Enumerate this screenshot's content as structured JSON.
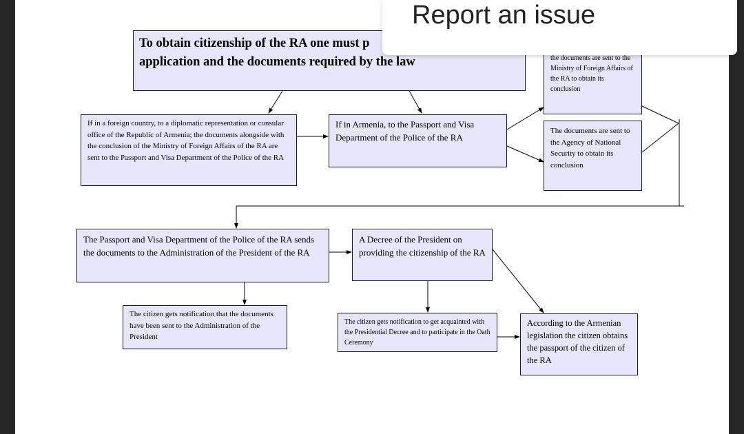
{
  "overlay": {
    "report_label": "Report an issue"
  },
  "diagram": {
    "title": "To obtain citizenship of the RA one must p application and the documents required by the law",
    "title_line1": "To obtain citizenship of the RA one must p",
    "title_line2": "application and the documents required by the law",
    "foreign_country": "If in a foreign country, to a diplomatic representation or consular office of the Republic of Armenia; the documents alongside with the conclusion of the Ministry of Foreign Affairs of the RA are sent to the Passport and Visa Department of the Police of the RA",
    "in_armenia": "If in Armenia, to the Passport and Visa Department of the Police of the RA",
    "mfa": "the documents are sent to the Ministry of Foreign Affairs of the RA to obtain its conclusion",
    "national_security": "The documents are sent to the Agency of National Security to obtain its conclusion",
    "pvd_sends": "The Passport and Visa Department of the Police of the RA sends the documents to the Administration of the President of the RA",
    "decree": "A Decree of the President on providing the citizenship of the RA",
    "notification_sent": "The citizen gets notification that the documents have been sent to the Administration of the President",
    "notification_decree": "The citizen gets notification to get acquainted with the Presidential Decree and to participate in the Oath Ceremony",
    "passport": "According to the Armenian legislation the citizen obtains the passport of the citizen of the RA"
  }
}
